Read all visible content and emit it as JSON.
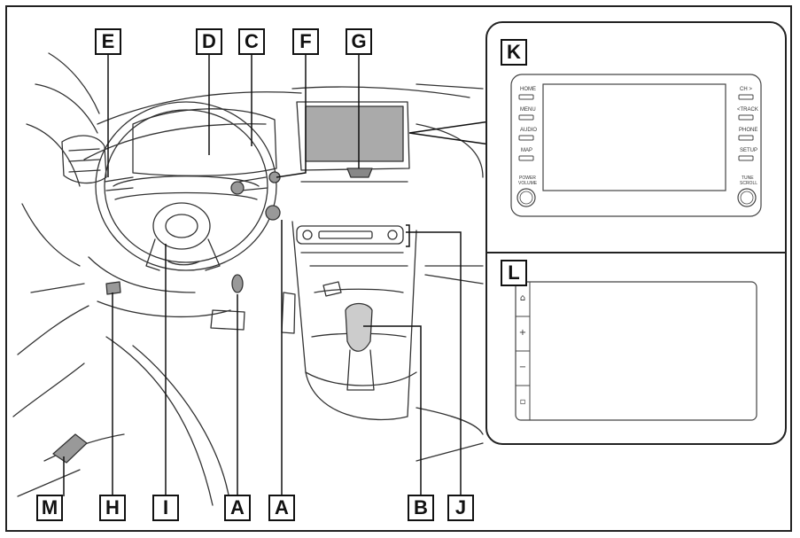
{
  "callouts": {
    "E": "E",
    "D": "D",
    "C": "C",
    "F": "F",
    "G": "G",
    "K": "K",
    "L": "L",
    "M": "M",
    "H": "H",
    "I": "I",
    "A1": "A",
    "A2": "A",
    "B": "B",
    "J": "J"
  },
  "display_k": {
    "left_buttons": [
      "HOME",
      "MENU",
      "AUDIO",
      "MAP"
    ],
    "left_knob_label": [
      "POWER",
      "VOLUME"
    ],
    "right_buttons": [
      "CH >",
      "<TRACK",
      "PHONE",
      "SETUP"
    ],
    "right_knob_label": [
      "TUNE",
      "SCROLL"
    ]
  },
  "display_l": {
    "side_icons": [
      "home-icon",
      "plus-icon",
      "minus-icon",
      "media-icon"
    ],
    "side_glyphs": [
      "⌂",
      "+",
      "−",
      "▫"
    ]
  }
}
